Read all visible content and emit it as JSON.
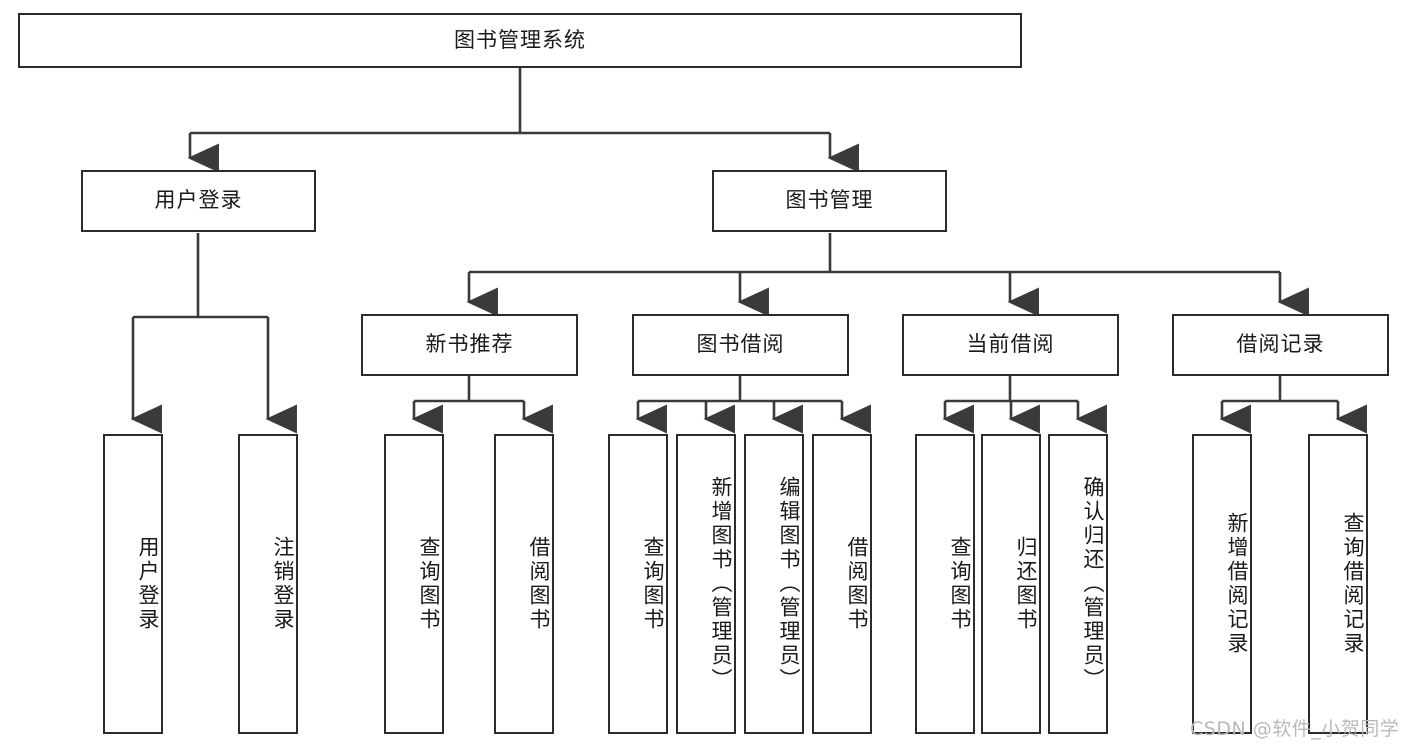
{
  "diagram": {
    "type": "hierarchy-tree",
    "title": "图书管理系统",
    "orientation": "top-down",
    "colors": {
      "box_border": "#2b2b2b",
      "box_fill": "#ffffff",
      "edge": "#3a3a3a",
      "text": "#1a1a1a",
      "watermark": "#b9b9b9"
    }
  },
  "root": {
    "label": "图书管理系统"
  },
  "level2": [
    {
      "label": "用户登录"
    },
    {
      "label": "图书管理"
    }
  ],
  "level3": [
    {
      "label": "新书推荐"
    },
    {
      "label": "图书借阅"
    },
    {
      "label": "当前借阅"
    },
    {
      "label": "借阅记录"
    }
  ],
  "leaves": {
    "user_login": [
      {
        "label": "用户登录"
      },
      {
        "label": "注销登录"
      }
    ],
    "new_book_recommend": [
      {
        "label": "查询图书"
      },
      {
        "label": "借阅图书"
      }
    ],
    "book_borrow": [
      {
        "label": "查询图书"
      },
      {
        "label": "新增图书（管理员）"
      },
      {
        "label": "编辑图书（管理员）"
      },
      {
        "label": "借阅图书"
      }
    ],
    "current_borrow": [
      {
        "label": "查询图书"
      },
      {
        "label": "归还图书"
      },
      {
        "label": "确认归还（管理员）"
      }
    ],
    "borrow_record": [
      {
        "label": "新增借阅记录"
      },
      {
        "label": "查询借阅记录"
      }
    ]
  },
  "watermark": {
    "text": "CSDN @软件_小贺同学"
  }
}
